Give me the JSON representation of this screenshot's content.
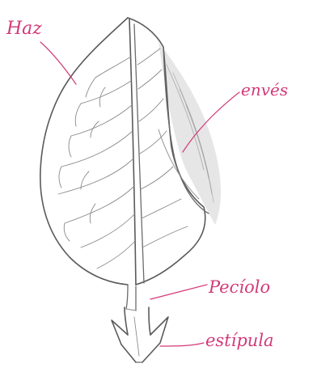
{
  "labels": {
    "haz": "Haz",
    "enves": "envés",
    "peciolo": "Pecíolo",
    "estipula": "estípula"
  },
  "colors": {
    "annotation": "#d23a78",
    "pencil": "#6b6b6b",
    "shading": "#d9d9d9"
  }
}
